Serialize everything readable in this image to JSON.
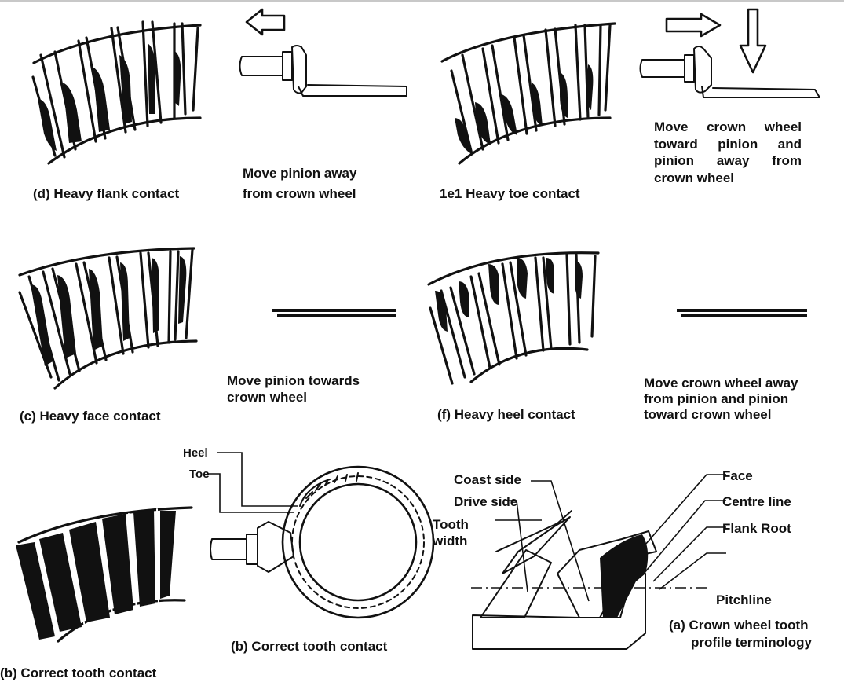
{
  "figure": {
    "panels": {
      "d": {
        "caption": "(d) Heavy flank contact",
        "remedy": [
          "Move pinion away",
          "from crown wheel"
        ]
      },
      "e": {
        "caption": "1e1 Heavy toe contact",
        "remedy": "Move crown wheel toward pinion and pinion away from crown wheel"
      },
      "c": {
        "caption": "(c) Heavy face contact",
        "remedy": [
          "Move pinion towards",
          "crown wheel"
        ]
      },
      "f": {
        "caption": "(f) Heavy heel contact",
        "remedy": [
          "Move crown wheel away",
          "from pinion and pinion",
          "toward crown wheel"
        ]
      },
      "b": {
        "caption_left": "(b) Correct tooth contact",
        "caption_right": "(b) Correct tooth contact",
        "heel_label": "Heel",
        "toe_label": "Toe"
      },
      "a": {
        "labels": {
          "coast_side": "Coast side",
          "drive_side": "Drive side",
          "tooth_width": [
            "Tooth",
            "width"
          ],
          "face": "Face",
          "centre_line": "Centre line",
          "flank_root": "Flank Root",
          "pitchline": "Pitchline"
        },
        "caption": [
          "(a) Crown wheel tooth",
          "profile terminology"
        ]
      }
    },
    "icons": {
      "d_arrow": "arrow-left-icon",
      "e_arrows": [
        "arrow-right-icon",
        "arrow-down-icon"
      ],
      "c_symbol": "double-line-icon",
      "f_symbol": "double-line-icon"
    }
  }
}
